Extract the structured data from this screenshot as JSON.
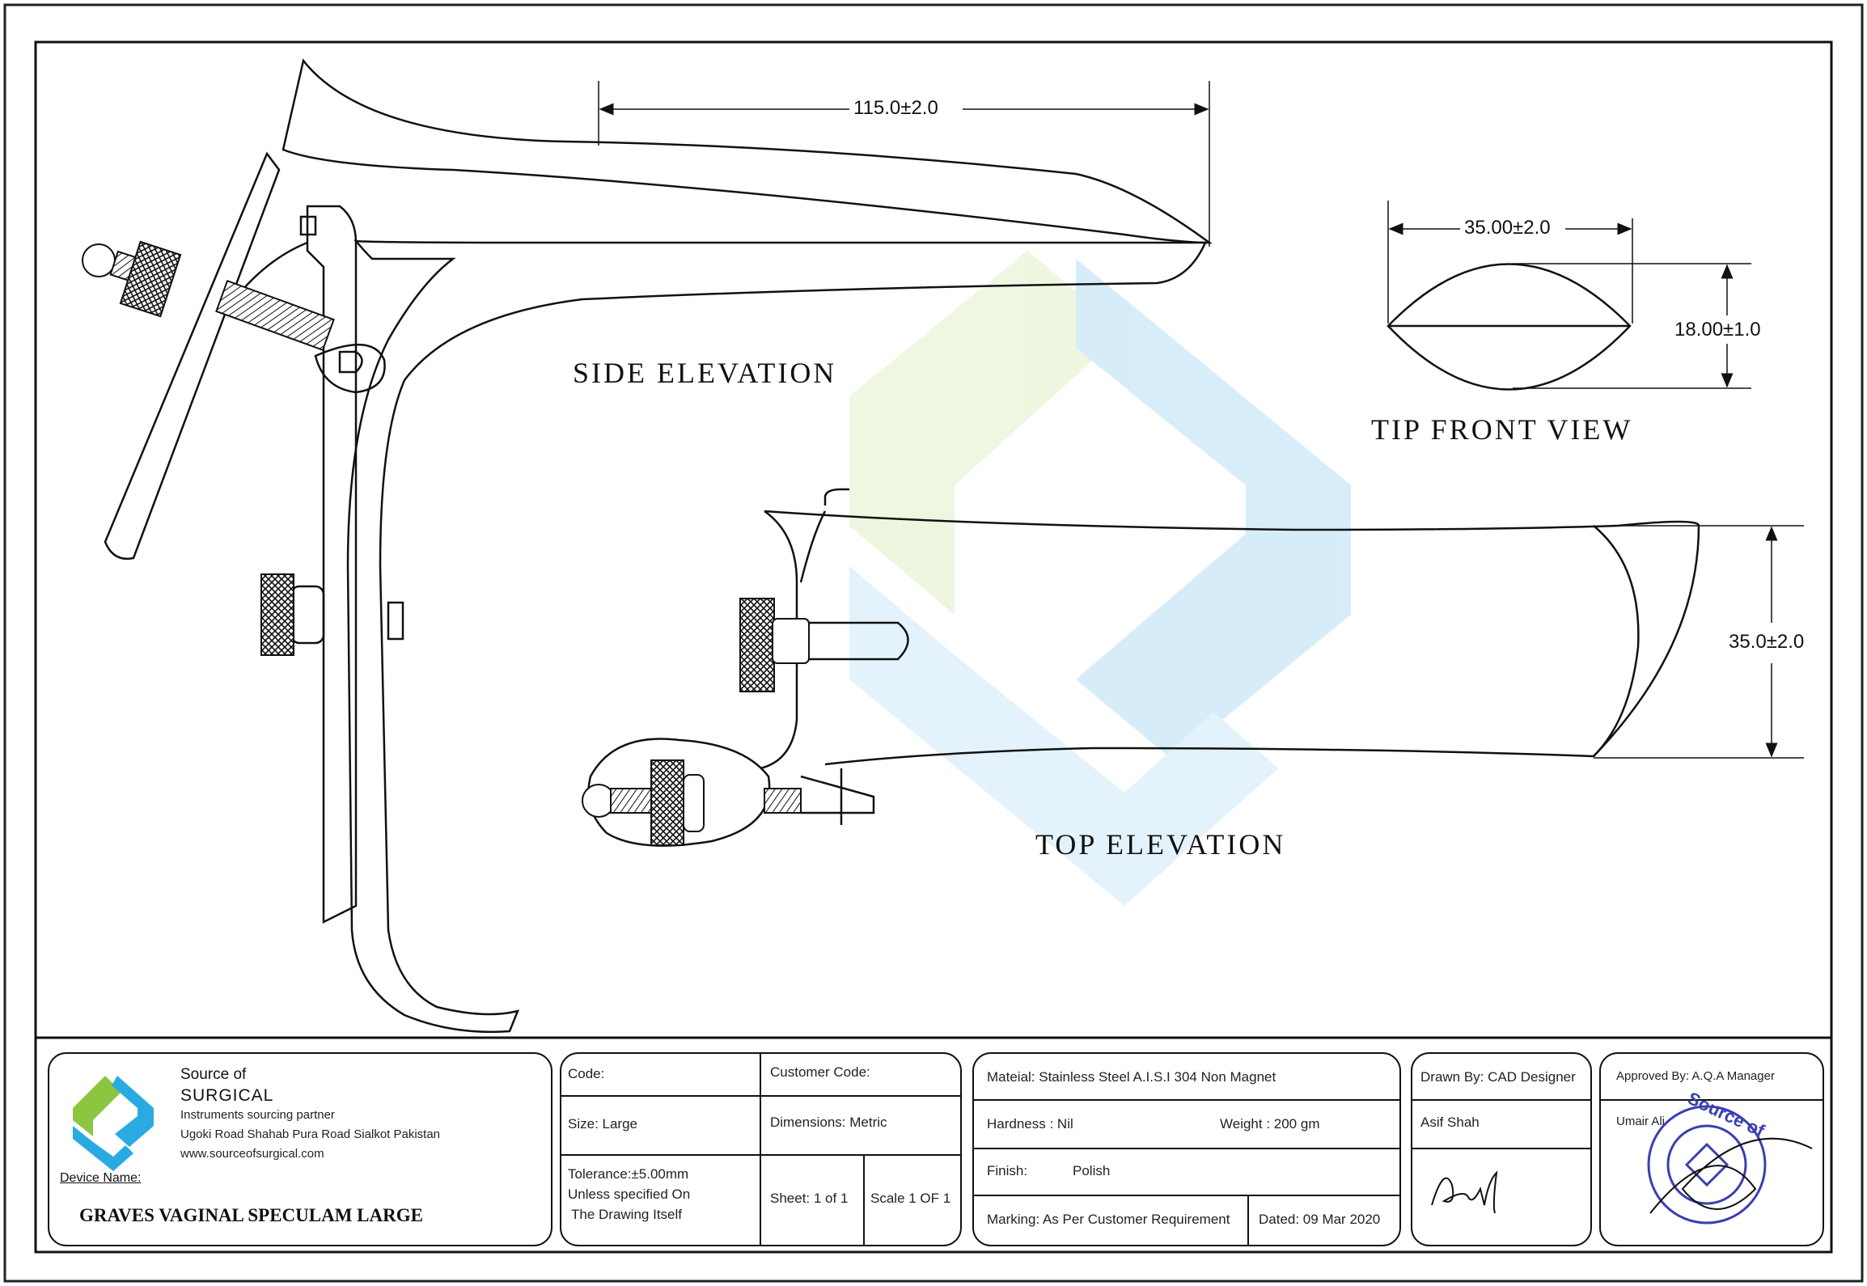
{
  "views": {
    "side_elevation": "SIDE  ELEVATION",
    "top_elevation": "TOP  ELEVATION",
    "tip_front_view": "TIP  FRONT  VIEW"
  },
  "dimensions": {
    "length": "115.0±2.0",
    "tip_width": "35.00±2.0",
    "tip_height": "18.00±1.0",
    "blade_width": "35.0±2.0"
  },
  "company": {
    "name_line1": "Source of",
    "name_line2": "SURGICAL",
    "tagline": "Instruments sourcing partner",
    "address": "Ugoki Road Shahab Pura Road Sialkot Pakistan",
    "website": "www.sourceofsurgical.com",
    "logo_colors": {
      "green": "#8cc63f",
      "blue": "#29abe2"
    }
  },
  "device": {
    "label": "Device Name:",
    "name": "GRAVES  VAGINAL SPECULAM  LARGE"
  },
  "title_block": {
    "code": "Code:",
    "customer_code": "Customer Code:",
    "size": "Size:   Large",
    "dimensions": "Dimensions: Metric",
    "tolerance_1": "Tolerance:±5.00mm",
    "tolerance_2": " Unless specified On",
    "tolerance_3": "The Drawing Itself",
    "sheet": "Sheet:  1 of 1",
    "scale": "Scale 1 OF 1",
    "material": "Mateial: Stainless Steel A.I.S.I 304 Non Magnet",
    "hardness": "Hardness :  Nil",
    "weight": "Weight : 200 gm",
    "finish_label": "Finish:",
    "finish_value": "Polish",
    "marking": "Marking: As Per Customer Requirement",
    "dated": "Dated: 09 Mar 2020",
    "drawn_by": "Drawn By: CAD Designer",
    "drawn_name": "Asif Shah",
    "drawn_signature": "Asif",
    "approved_by": "Approved By: A.Q.A Manager",
    "approved_name": "Umair Ali"
  },
  "stamp": {
    "text": "Source of",
    "color": "#3a3fb0"
  }
}
